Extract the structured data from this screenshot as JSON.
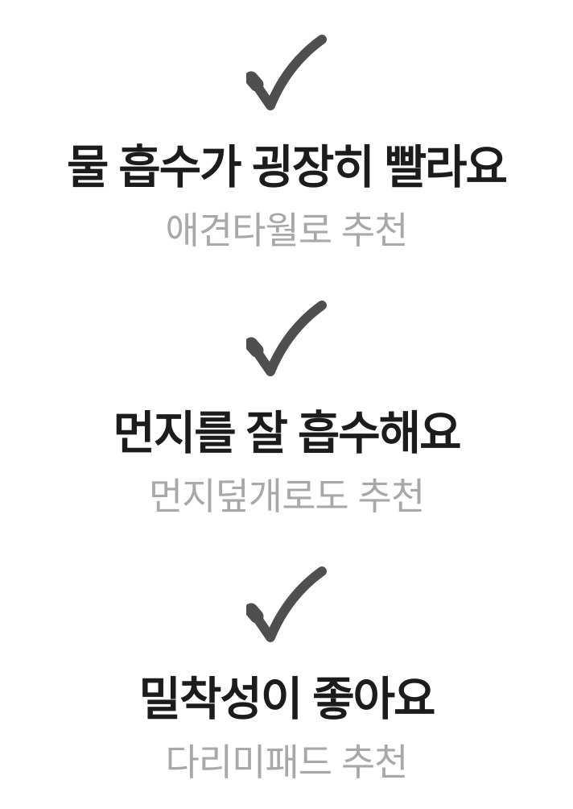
{
  "page": {
    "background": "#ffffff"
  },
  "colors": {
    "check": "#4f4f4f",
    "headline": "#1c1c1c",
    "subtitle": "#a8a8a8"
  },
  "sections": [
    {
      "icon": "check-icon",
      "headline": "물 흡수가 굉장히 빨라요",
      "subtitle": "애견타월로 추천"
    },
    {
      "icon": "check-icon",
      "headline": "먼지를 잘 흡수해요",
      "subtitle": "먼지덮개로도 추천"
    },
    {
      "icon": "check-icon",
      "headline": "밀착성이 좋아요",
      "subtitle": "다리미패드 추천"
    }
  ]
}
